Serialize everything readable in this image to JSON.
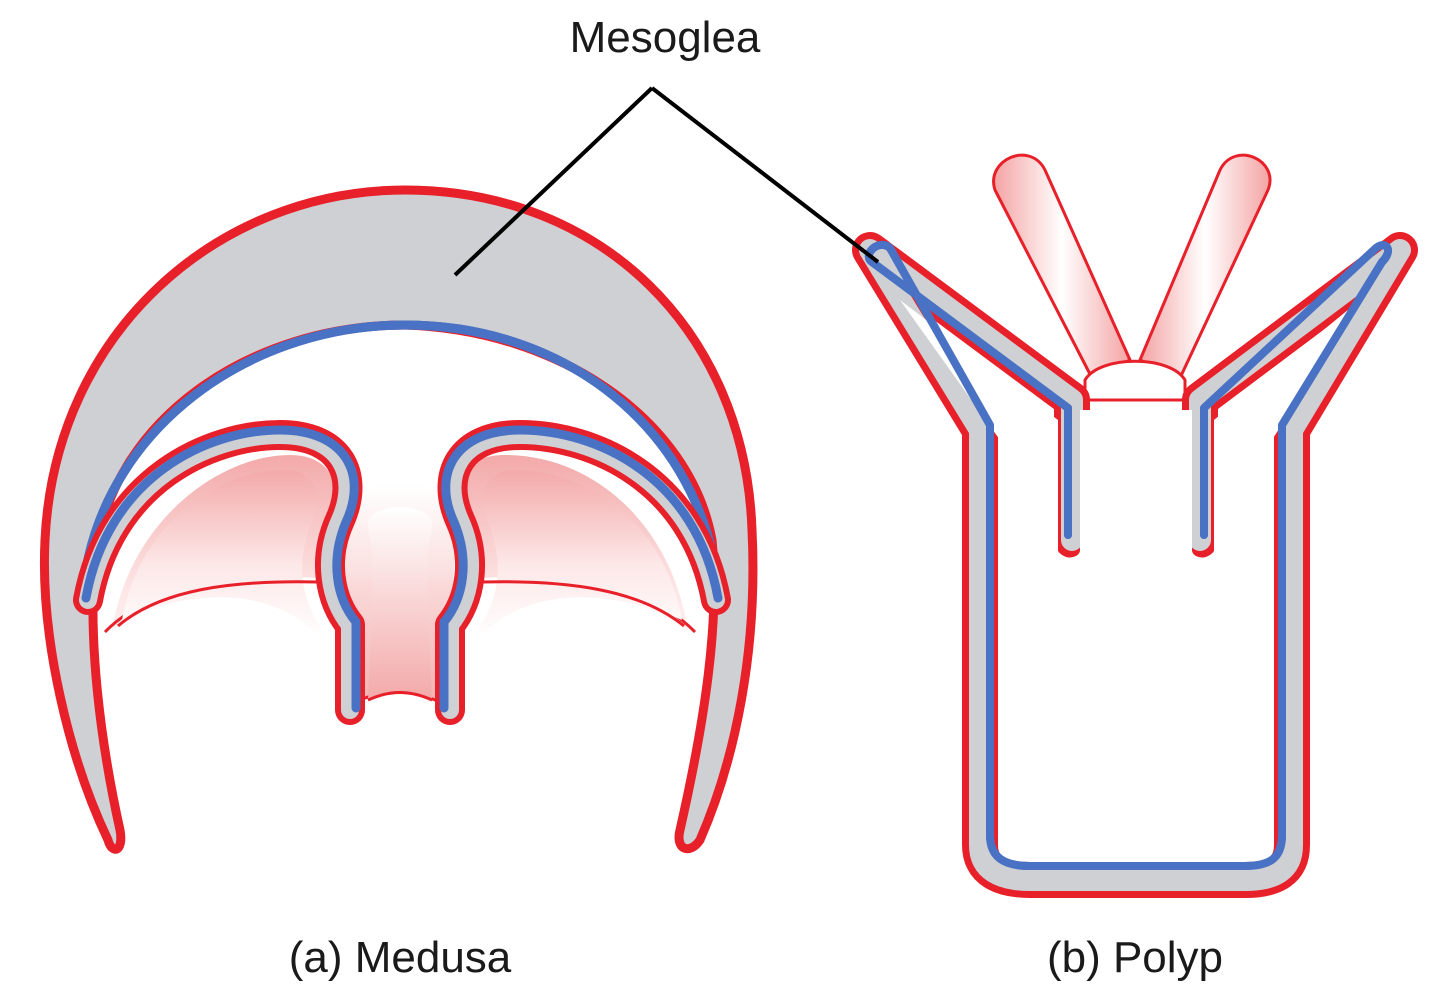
{
  "labels": {
    "mesoglea": "Mesoglea",
    "medusa": "(a) Medusa",
    "polyp": "(b) Polyp"
  },
  "colors": {
    "epidermis": "#e8202a",
    "gastrodermis": "#4a72c4",
    "mesoglea": "#cfd0d3",
    "cavity_fill": "#f7c9c9",
    "leader": "#000000"
  }
}
